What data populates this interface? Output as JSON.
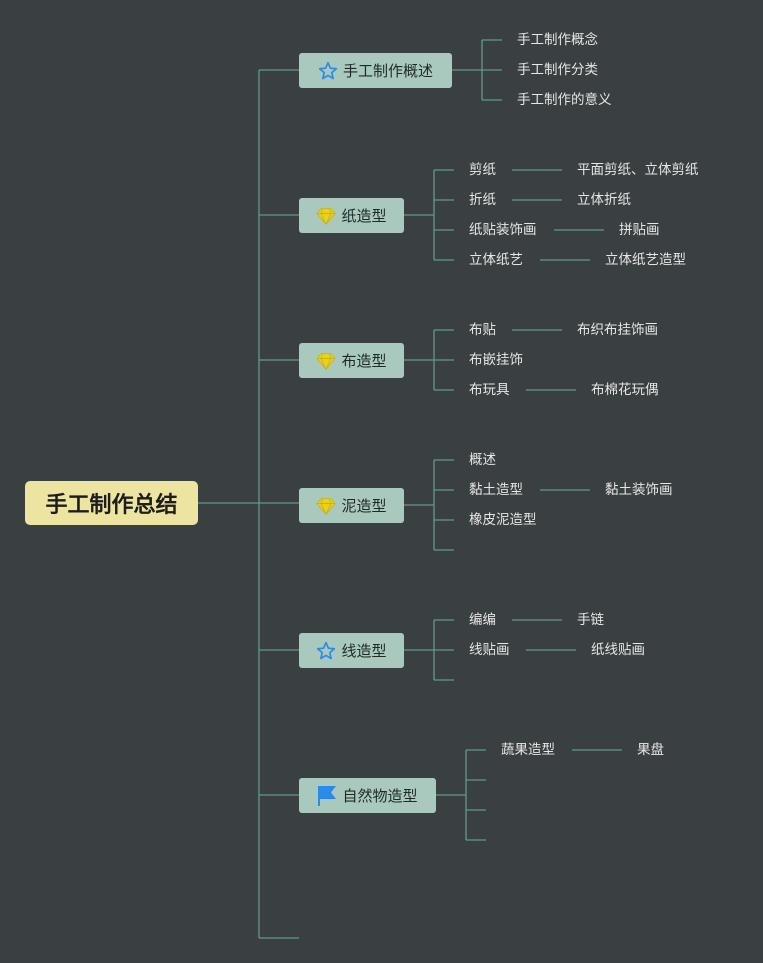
{
  "root": {
    "label": "手工制作总结",
    "color": "#ece4a0"
  },
  "colors": {
    "line": "#5f9a88",
    "branch_bg": "#a9c9bf",
    "star": "#2a8be6",
    "gem": "#e8d21e",
    "flag": "#2a8be6",
    "background": "#3a3f41"
  },
  "branches": [
    {
      "label": "手工制作概述",
      "icon": "star-icon"
    },
    {
      "label": "纸造型",
      "icon": "diamond-icon"
    },
    {
      "label": "布造型",
      "icon": "diamond-icon"
    },
    {
      "label": "泥造型",
      "icon": "diamond-icon"
    },
    {
      "label": "线造型",
      "icon": "star-icon"
    },
    {
      "label": "自然物造型",
      "icon": "flag-icon"
    }
  ],
  "leaves": {
    "overview": [
      "手工制作概念",
      "手工制作分类",
      "手工制作的意义"
    ],
    "paper": [
      {
        "label": "剪纸",
        "sub": "平面剪纸、立体剪纸"
      },
      {
        "label": "折纸",
        "sub": "立体折纸"
      },
      {
        "label": "纸贴装饰画",
        "sub": "拼贴画"
      },
      {
        "label": "立体纸艺",
        "sub": "立体纸艺造型"
      }
    ],
    "cloth": [
      {
        "label": "布贴",
        "sub": "布织布挂饰画"
      },
      {
        "label": "布嵌挂饰",
        "sub": ""
      },
      {
        "label": "布玩具",
        "sub": "布棉花玩偶"
      }
    ],
    "clay": [
      {
        "label": "概述",
        "sub": ""
      },
      {
        "label": "黏土造型",
        "sub": "黏土装饰画"
      },
      {
        "label": "橡皮泥造型",
        "sub": ""
      }
    ],
    "thread": [
      {
        "label": "编编",
        "sub": "手链"
      },
      {
        "label": "线贴画",
        "sub": "纸线贴画"
      }
    ],
    "nature": [
      {
        "label": "蔬果造型",
        "sub": "果盘"
      }
    ]
  }
}
